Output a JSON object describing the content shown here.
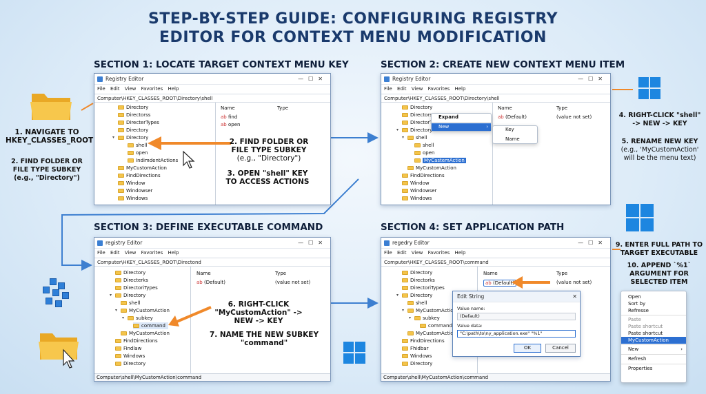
{
  "title": {
    "line1": "STEP-BY-STEP GUIDE: CONFIGURING REGISTRY",
    "line2": "EDITOR FOR CONTEXT MENU MODIFICATION"
  },
  "sections": {
    "s1": "SECTION 1: LOCATE TARGET CONTEXT MENU KEY",
    "s2": "SECTION 2: CREATE NEW CONTEXT MENU ITEM",
    "s3": "SECTION 3: DEFINE EXECUTABLE COMMAND",
    "s4": "SECTION 4: SET APPLICATION PATH"
  },
  "menu": {
    "file": "File",
    "edit": "Edit",
    "view": "View",
    "favorites": "Favorites",
    "help": "Help"
  },
  "columns": {
    "name": "Name",
    "type": "Type"
  },
  "w1": {
    "title": "Registry Editor",
    "address": "Computer\\HKEY_CLASSES_ROOT\\Directory\\shell",
    "tree": [
      "Directory",
      "Directorss",
      "DirecterTypes",
      "Directory",
      "Directory",
      "shell",
      "open",
      "IndimdentАctions",
      "MyCustomAction",
      "FindDirections",
      "Window",
      "Windowser",
      "Windows"
    ],
    "values": [
      "find",
      "open"
    ]
  },
  "w2": {
    "title": "Registry Editor",
    "address": "Computer\\HKEY_CLASSES_ROOT\\Directory\\shell",
    "tree": [
      "Directory",
      "Directorss",
      "DirectorType",
      "Directory",
      "shell",
      "shell",
      "open",
      "MyCastemAction",
      "MyCustomAction",
      "FindDirections",
      "Window",
      "Windowser",
      "Windows"
    ],
    "values": [
      "(Default)"
    ],
    "types": [
      "(value not set)"
    ],
    "ctx1": [
      "Expand",
      "New"
    ],
    "ctx2": [
      "Key",
      "Name"
    ]
  },
  "w3": {
    "title": "registry Editor",
    "address": "Computer\\HKEY_CLASSES_ROOT\\Directond",
    "tree": [
      "Directory",
      "Directerks",
      "DirectoriTypes",
      "Directory",
      "shell",
      "MyCustomAction",
      "subkey",
      "command",
      "MyCustomAction",
      "FindDirections",
      "Findlaw",
      "Windows",
      "Directory"
    ],
    "values": [
      "(Default)"
    ],
    "types": [
      "(value not set)"
    ],
    "status": "Computer\\shell\\MyCustomAction\\command"
  },
  "w4": {
    "title": "regedry Editor",
    "address": "Computer\\HKEY_CLASSES_ROOT\\command",
    "tree": [
      "Directory",
      "Directorks",
      "DirectoriTypes",
      "Directory",
      "shell",
      "MyCustomAction",
      "subkey",
      "command",
      "MyCustomAction",
      "FindDirections",
      "Fhidbar",
      "Windows",
      "Directory"
    ],
    "values": [
      "(Default)"
    ],
    "types": [
      "(value not set)"
    ],
    "status": "Computer\\shell\\MyCustomAction\\command",
    "dialog": {
      "title": "Edit String",
      "name_label": "Value name:",
      "name_value": "(Default)",
      "data_label": "Value data:",
      "data_value": "\"C:\\path\\to\\ny_application.exe\" \"%1\"",
      "ok": "OK",
      "cancel": "Cancel"
    }
  },
  "annotations": {
    "a1": {
      "l1": "1. NAVIGATE TO",
      "l2": "HKEY_CLASSES_ROOT"
    },
    "a2": {
      "l1": "2. FIND FOLDER OR",
      "l2": "FILE TYPE SUBKEY",
      "l3": "(e.g., \"Directory\")"
    },
    "a2b": {
      "l1": "2. FIND FOLDER OR",
      "l2": "FILE TYPE SUBKEY",
      "l3": "(e.g., \"Directory\")"
    },
    "a3": {
      "l1": "3. OPEN \"shell\" KEY",
      "l2": "TO ACCESS ACTIONS"
    },
    "a4": {
      "l1": "4. RIGHT-CLICK \"shell\"",
      "l2": "-> NEW -> KEY"
    },
    "a5": {
      "l1": "5. RENAME NEW KEY",
      "l2": "(e.g., 'MyCustomAction'",
      "l3": "will be the menu text)"
    },
    "a6": {
      "l1": "6. RIGHT-CLICK",
      "l2": "\"MyCustomAction\" ->",
      "l3": "NEW -> KEY"
    },
    "a7": {
      "l1": "7. NAME THE NEW SUBKEY",
      "l2": "\"command\""
    },
    "a9": {
      "l1": "9. ENTER FULL PATH TO",
      "l2": "TARGET EXECUTABLE"
    },
    "a10": {
      "l1": "10. APPEND `%1`",
      "l2": "ARGUMENT FOR",
      "l3": "SELECTED ITEM"
    }
  },
  "ctxmenu": [
    "Open",
    "Sort by",
    "Refresse",
    "Paste",
    "Paste shortcut",
    "Paste shortcut",
    "MyCustomAction",
    "New",
    "Refresh",
    "Properties"
  ],
  "colors": {
    "accent": "#2c6fd1",
    "title": "#1a3a6c",
    "arrow": "#f0892a",
    "connector": "#3d7fd0"
  }
}
